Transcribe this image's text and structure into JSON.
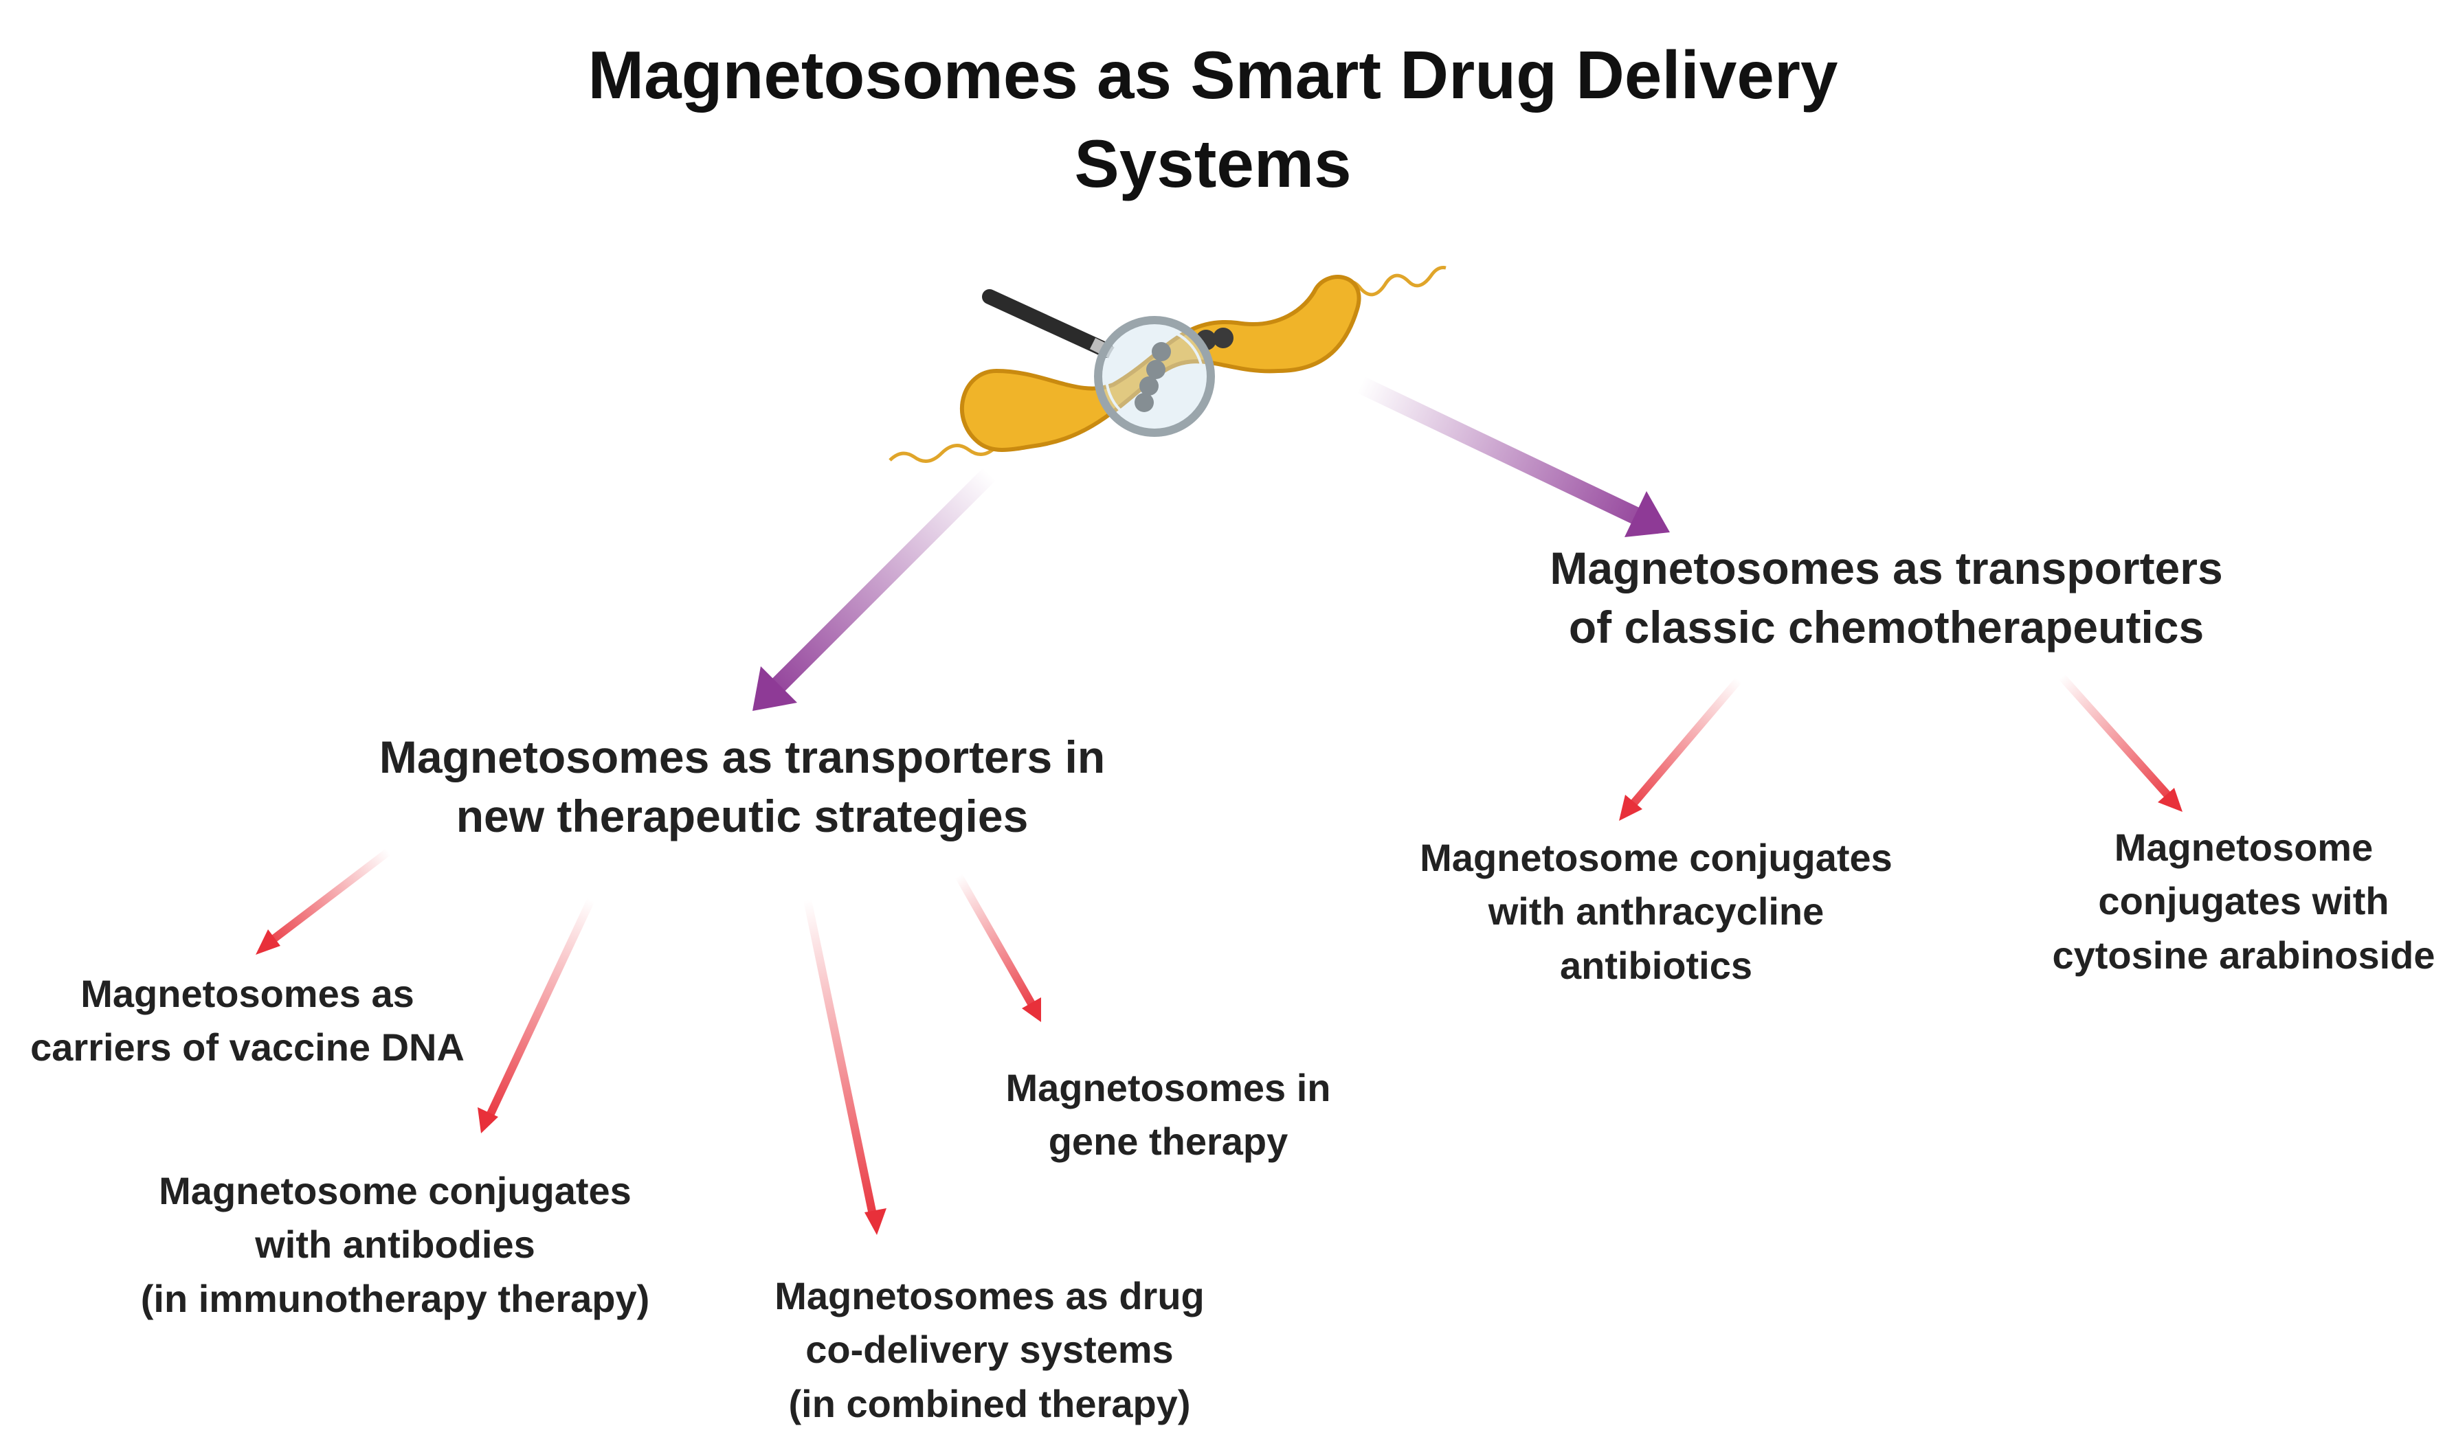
{
  "title": [
    "Magnetosomes as Smart Drug Delivery",
    "Systems"
  ],
  "branches": {
    "new_strategies": [
      "Magnetosomes as transporters in",
      "new therapeutic strategies"
    ],
    "classic": [
      "Magnetosomes as transporters",
      "of classic chemotherapeutics"
    ]
  },
  "leaves": {
    "vaccine_dna": [
      "Magnetosomes as",
      "carriers of vaccine DNA"
    ],
    "antibodies": [
      "Magnetosome conjugates",
      "with antibodies",
      "(in immunotherapy therapy)"
    ],
    "co_delivery": [
      "Magnetosomes as drug",
      "co-delivery systems",
      "(in combined therapy)"
    ],
    "gene_therapy": [
      "Magnetosomes in",
      "gene therapy"
    ],
    "anthracycline": [
      "Magnetosome conjugates",
      "with anthracycline",
      "antibiotics"
    ],
    "cytosine": [
      "Magnetosome",
      "conjugates with",
      "cytosine arabinoside"
    ]
  },
  "colors": {
    "main_arrow": "#8e3a96",
    "sub_arrow": "#e8303a",
    "bacterium_body": "#f0b429",
    "bacterium_outline": "#c98a10",
    "magnetosome": "#3a3a3a",
    "magnifier_handle": "#2b2b2b"
  },
  "illustration": "magnetotactic bacterium under a magnifying glass"
}
